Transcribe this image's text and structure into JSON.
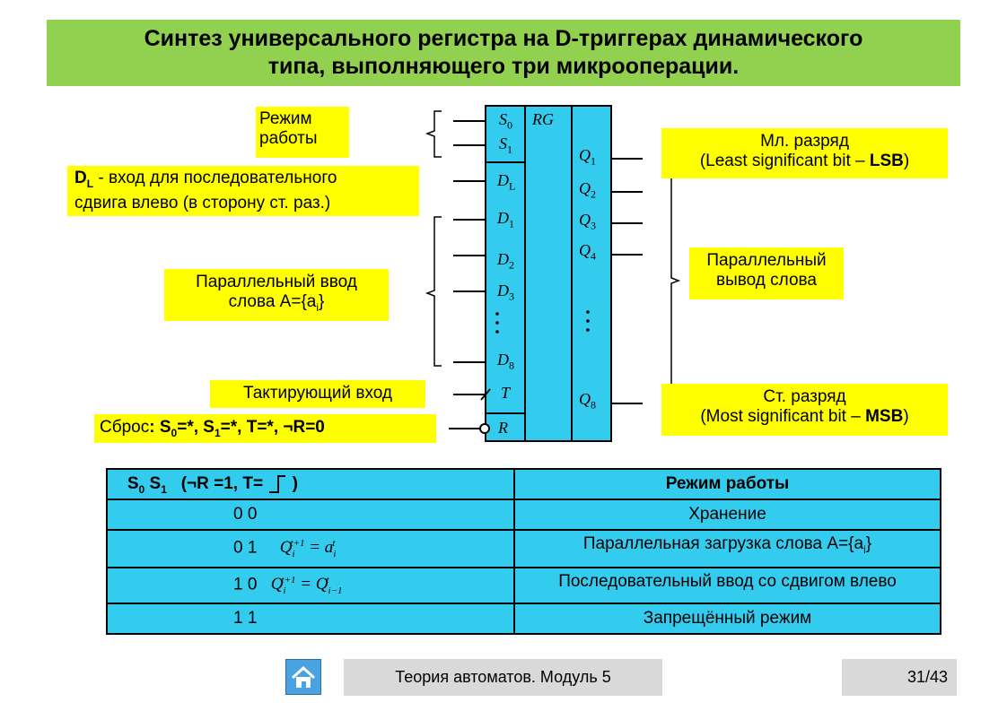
{
  "title": {
    "line1": "Синтез универсального регистра на D-триггерах динамического",
    "line2": "типа, выполняющего три микрооперации."
  },
  "register": {
    "name": "RG",
    "inputs": [
      "S",
      "S",
      "D",
      "D",
      "D",
      "D",
      "D",
      "T",
      "R"
    ],
    "input_subs": [
      "0",
      "1",
      "L",
      "1",
      "2",
      "3",
      "8",
      "",
      ""
    ],
    "outputs": [
      "Q",
      "Q",
      "Q",
      "Q",
      "Q"
    ],
    "output_subs": [
      "1",
      "2",
      "3",
      "4",
      "8"
    ]
  },
  "labels": {
    "mode_line1": "Режим",
    "mode_line2": "работы",
    "dl_sym": "D",
    "dl_sub": "L",
    "dl_line1_rest": " - вход для последовательного",
    "dl_line2": "сдвига влево (в сторону ст. раз.)",
    "par_in_line1": "Параллельный ввод",
    "par_in_line2_pre": "слова A={a",
    "par_in_line2_sub": "i",
    "par_in_line2_post": "}",
    "clock": "Тактирующий вход",
    "reset_pre": "Сброс",
    "reset_colon": ":",
    "reset_s": "S",
    "reset_rest0": "=*, ",
    "reset_rest1": "=*, T=*, ¬R=0",
    "lsb_line1": "Мл. разряд",
    "lsb_line2_pre": "(Least significant bit – ",
    "lsb_bold": "LSB",
    "lsb_post": ")",
    "par_out_line1": "Параллельный",
    "par_out_line2": "вывод слова",
    "msb_line1": "Ст. разряд",
    "msb_line2_pre": "(Most significant bit – ",
    "msb_bold": "MSB",
    "msb_post": ")"
  },
  "table": {
    "header_s0": "S",
    "header_s1": "S",
    "header_cond": "(¬R =1, T= ",
    "header_close": " )",
    "header_mode": "Режим работы",
    "rows": [
      {
        "code": "0 0",
        "formula": "",
        "mode": "Хранение"
      },
      {
        "code": "0 1",
        "formula": "Q_i^{t+1} = a_i^t",
        "mode": "Параллельная загрузка слова A={a",
        "mode_sub": "i",
        "mode_post": "}"
      },
      {
        "code": "1 0",
        "formula": "Q_i^{t+1} = Q_{i-1}^t",
        "mode": "Последовательный ввод со сдвигом влево"
      },
      {
        "code": "1 1",
        "formula": "",
        "mode": "Запрещённый режим"
      }
    ]
  },
  "footer": {
    "text": "Теория автоматов. Модуль 5",
    "page": "31/43"
  },
  "colors": {
    "title_bg": "#92d050",
    "label_bg": "#ffff00",
    "register_fill": "#33ccee",
    "footer_bg": "#d9d9d9"
  }
}
